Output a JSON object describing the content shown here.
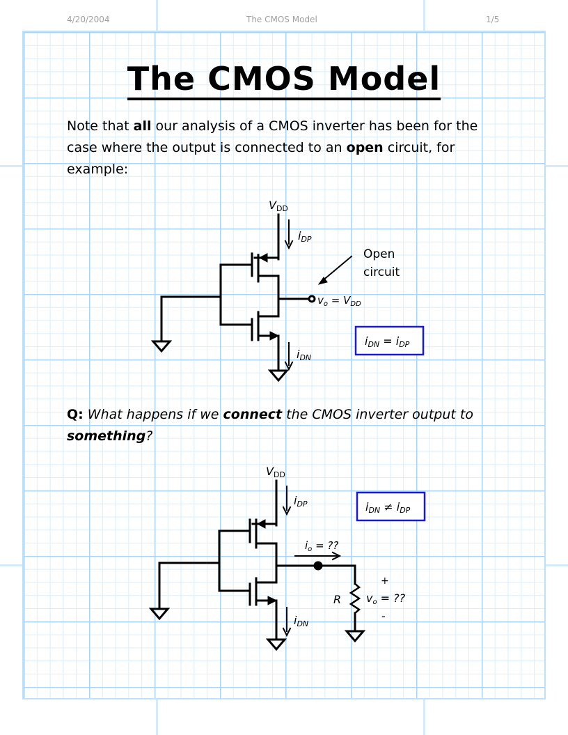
{
  "header": {
    "date": "4/20/2004",
    "title": "The CMOS Model",
    "page": "1/5"
  },
  "title": "The CMOS Model",
  "intro": {
    "part1": "Note that ",
    "bold1": "all",
    "part2": " our analysis of a CMOS inverter has been for the case where the output is connected to an ",
    "bold2": "open",
    "part3": " circuit, for example:"
  },
  "circuit1": {
    "vdd_label": "V",
    "vdd_sub": "DD",
    "idp_label": "i",
    "idp_sub": "DP",
    "idn_label": "i",
    "idn_sub": "DN",
    "open_circuit_line1": "Open",
    "open_circuit_line2": "circuit",
    "vo_label": "v",
    "vo_sub": "o",
    "vo_eq": " = V",
    "vo_eq_sub": "DD",
    "box_text": "i",
    "box_sub1": "DN",
    "box_eq": " = i",
    "box_sub2": "DP",
    "box_color": "#1a1ad6"
  },
  "question": {
    "label": "Q:",
    "part1": " What happens if we ",
    "bold1": "connect",
    "part2": " the CMOS inverter output to ",
    "bold2": "something",
    "part3": "?"
  },
  "circuit2": {
    "vdd_label": "V",
    "vdd_sub": "DD",
    "idp_label": "i",
    "idp_sub": "DP",
    "idn_label": "i",
    "idn_sub": "DN",
    "io_label": "i",
    "io_sub": "o",
    "io_eq": " = ??",
    "r_label": "R",
    "plus": "+",
    "minus": "-",
    "vo_label": "v",
    "vo_sub": "o",
    "vo_eq": " = ??",
    "box_text": "i",
    "box_sub1": "DN",
    "box_neq": " ≠ i",
    "box_sub2": "DP",
    "box_color": "#1a1ad6"
  }
}
